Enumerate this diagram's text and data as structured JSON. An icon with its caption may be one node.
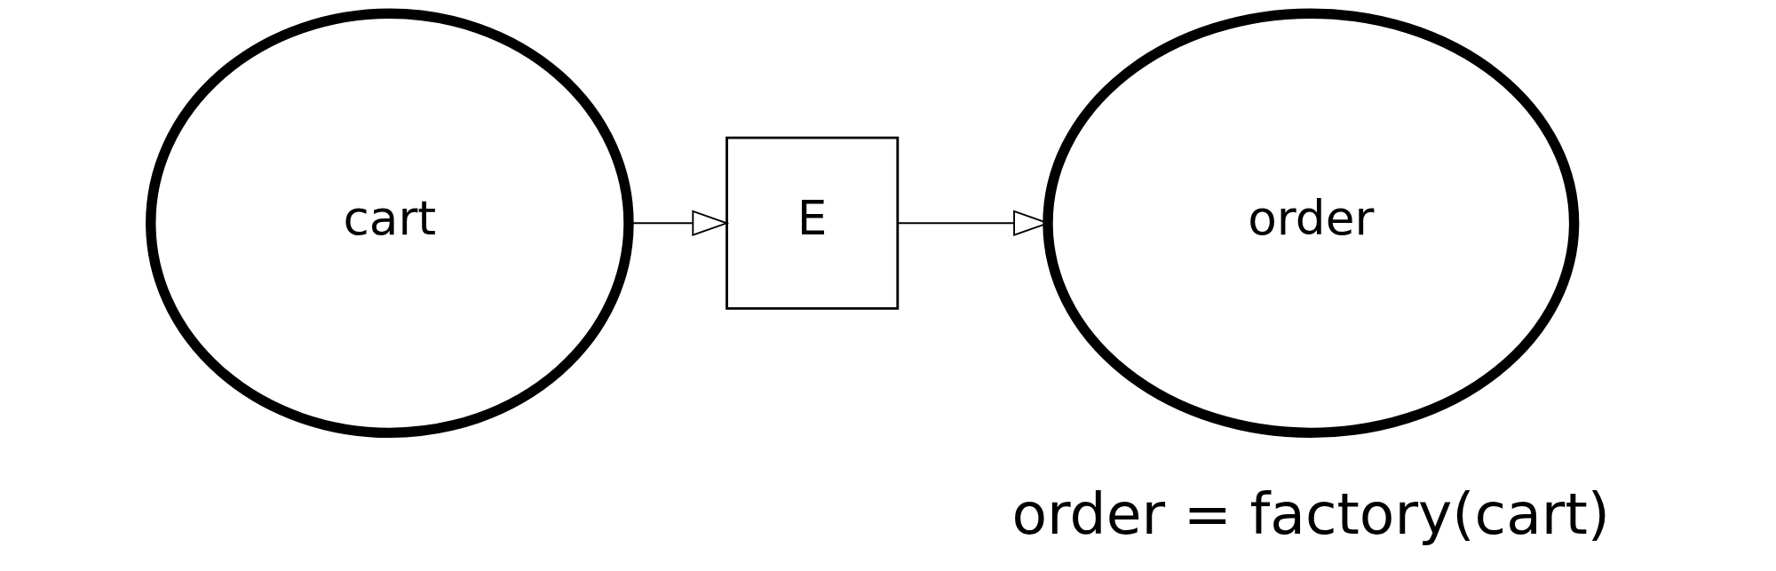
{
  "diagram": {
    "nodes": [
      {
        "text": [
          "cart"
        ]
      },
      {
        "text": [
          "E"
        ]
      },
      {
        "text": [
          "order"
        ]
      }
    ],
    "edges": [
      {
        "from": 0,
        "to": 1,
        "arrow": "to"
      },
      {
        "from": 1,
        "to": 2,
        "arrow": "to"
      }
    ],
    "labels": [
      "order = factory(cart)"
    ]
  }
}
